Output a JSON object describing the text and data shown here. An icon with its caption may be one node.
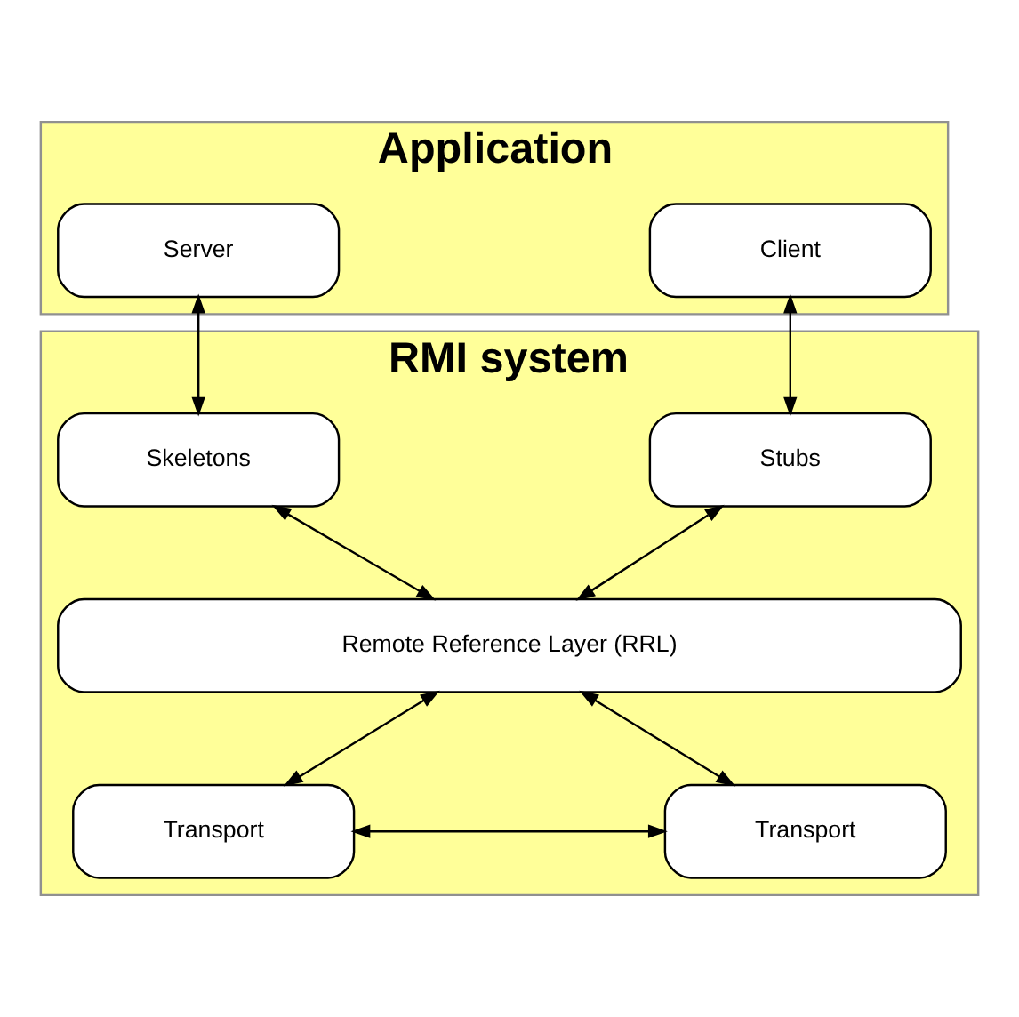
{
  "diagram": {
    "nodes": [
      {
        "text": [
          "Application"
        ]
      },
      {
        "text": [
          "Client"
        ],
        "in": 0
      },
      {
        "text": [
          "Server"
        ],
        "in": 0
      },
      {
        "text": [
          "RMI system"
        ]
      },
      {
        "text": [
          "Stubs"
        ],
        "in": 3
      },
      {
        "text": [
          "Skeletons"
        ],
        "in": 3
      },
      {
        "text": [
          "Remote Reference Layer (RRL)"
        ],
        "in": 3
      },
      {
        "text": [
          "Transport"
        ],
        "in": 3
      },
      {
        "text": [
          "Transport"
        ],
        "in": 3
      }
    ],
    "edges": [
      {
        "from": 1,
        "to": 4,
        "arrow": "both"
      },
      {
        "from": 2,
        "to": 5,
        "arrow": "both"
      },
      {
        "from": 4,
        "to": 6,
        "arrow": "both"
      },
      {
        "from": 5,
        "to": 6,
        "arrow": "both"
      },
      {
        "from": 6,
        "to": 7,
        "arrow": "both"
      },
      {
        "from": 6,
        "to": 8,
        "arrow": "both"
      },
      {
        "from": 7,
        "to": 8,
        "arrow": "both"
      }
    ]
  }
}
